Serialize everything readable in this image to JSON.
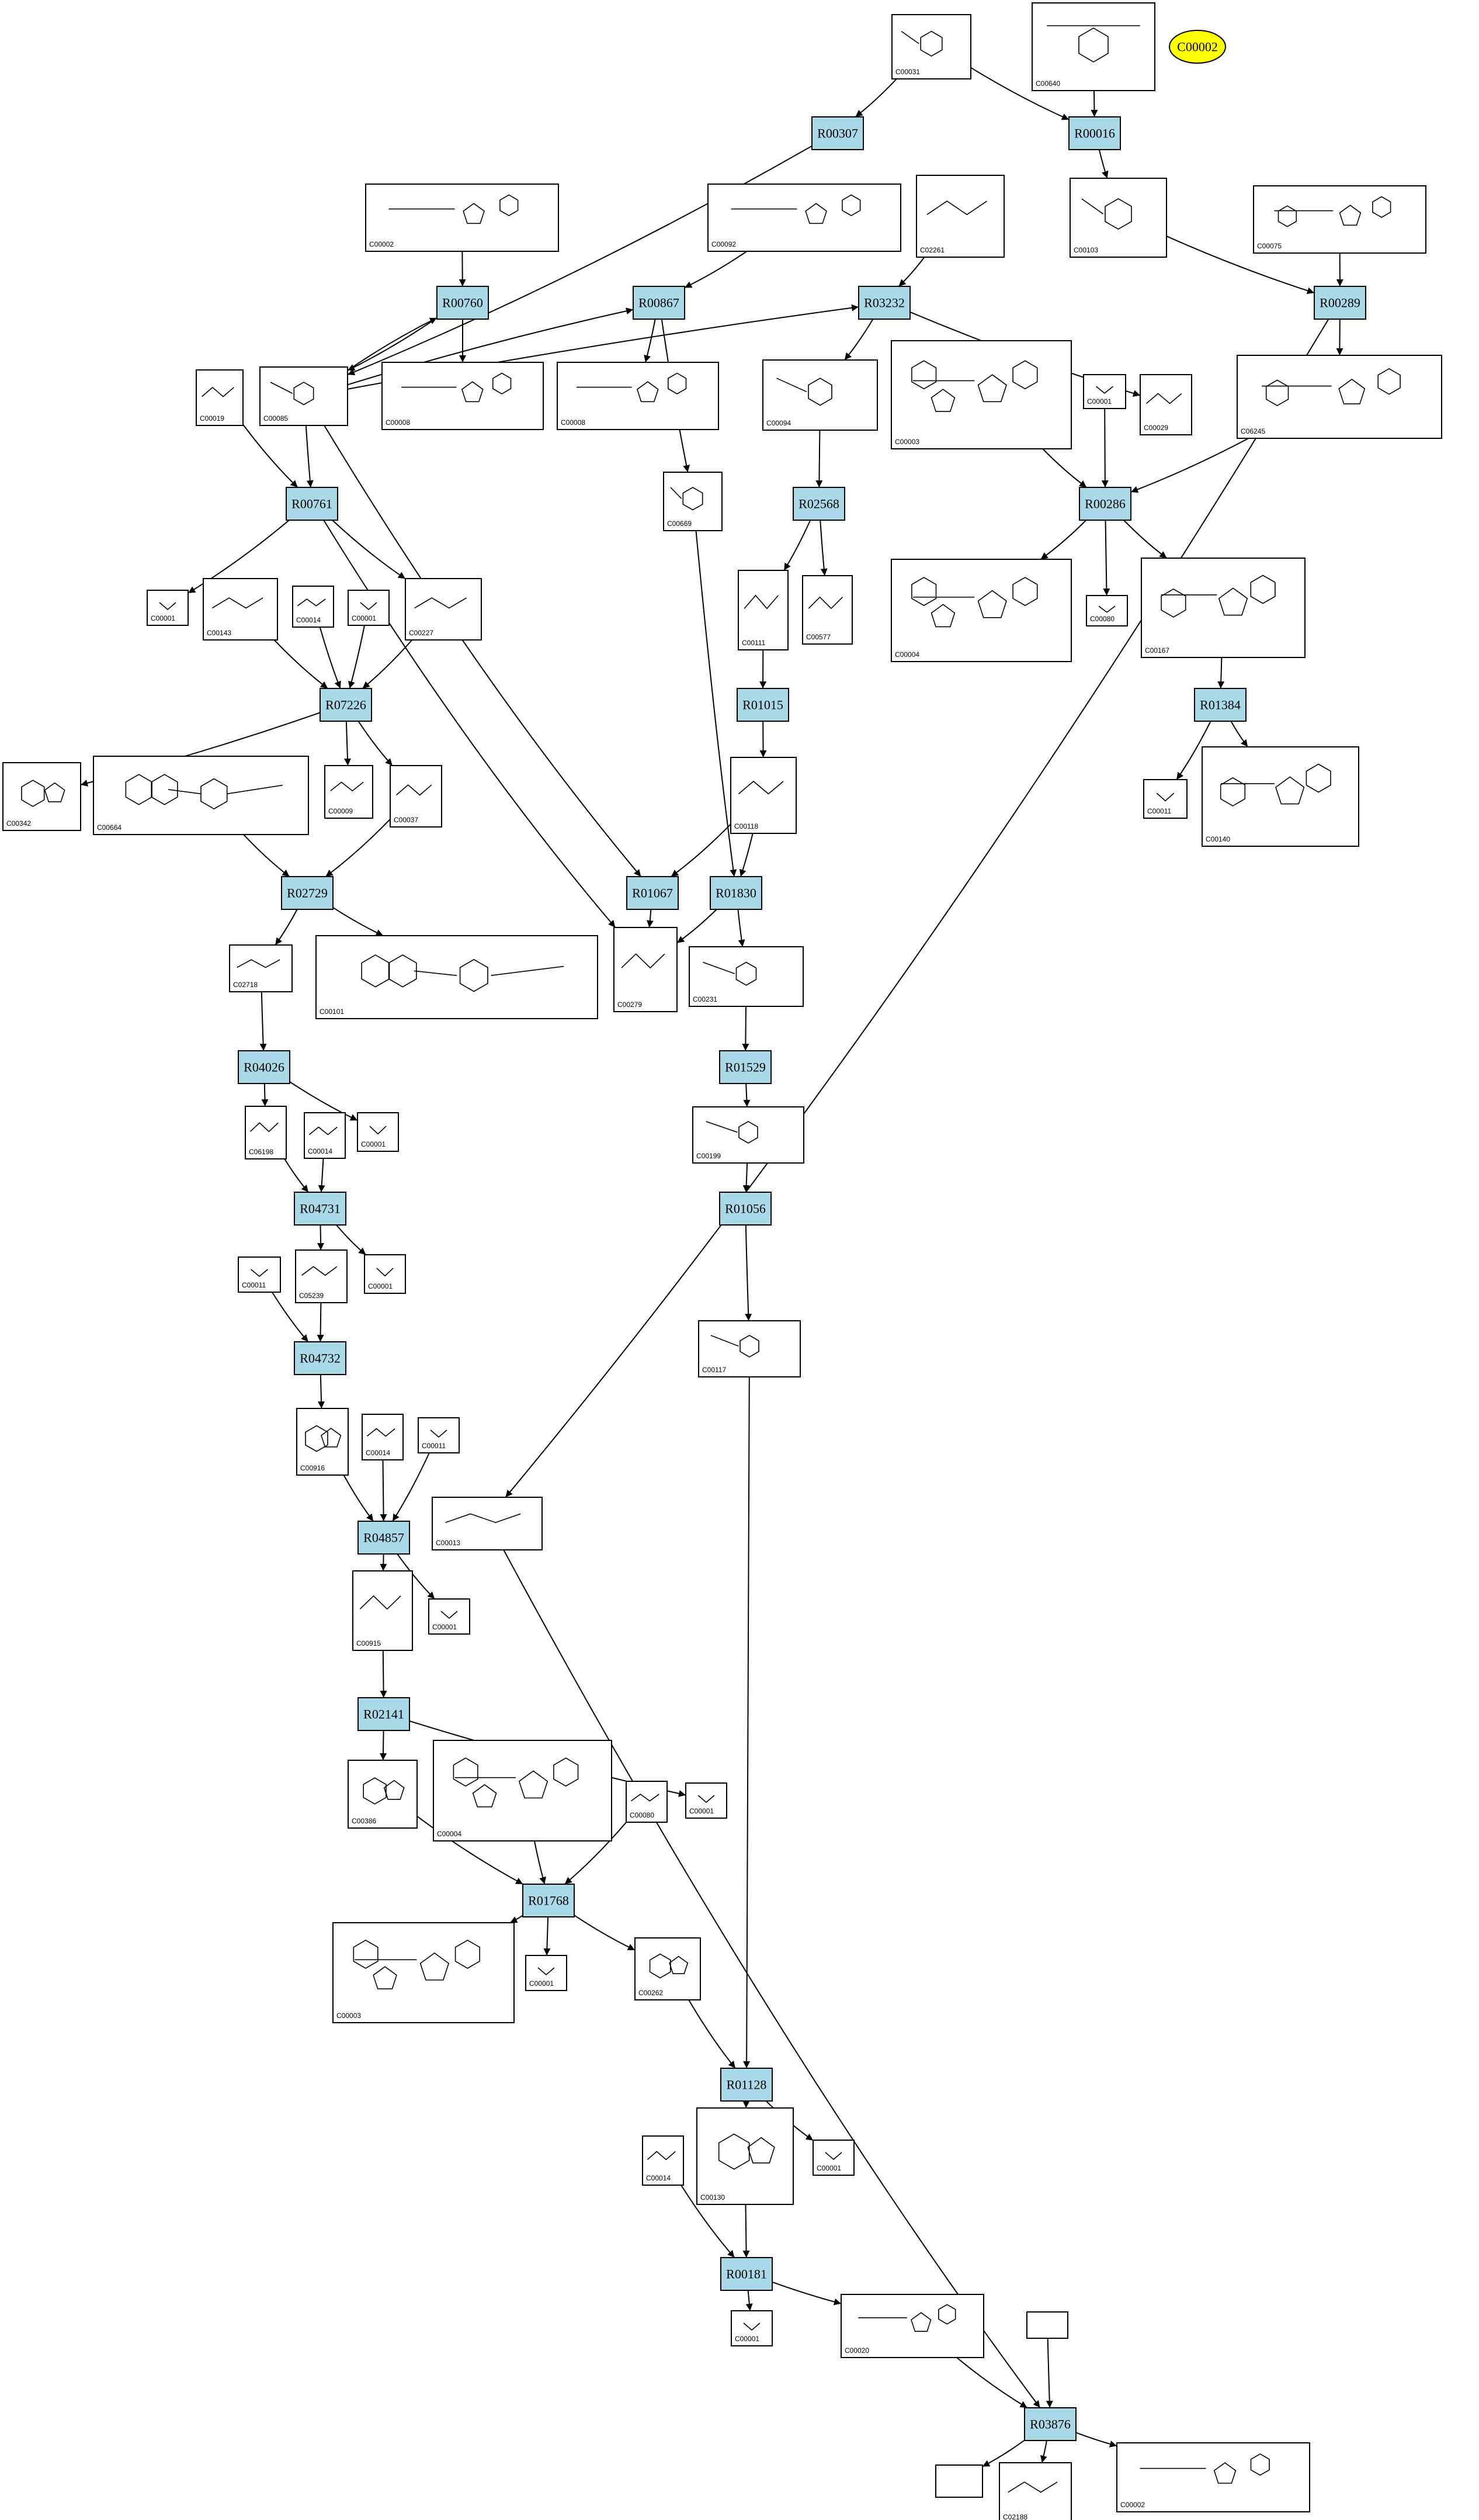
{
  "highlight": {
    "label": "C00002",
    "color": "#ffff00"
  },
  "reaction_color": "#a9d8e6",
  "reactions": [
    "R00307",
    "R00016",
    "R00760",
    "R00867",
    "R03232",
    "R00289",
    "R00761",
    "R02568",
    "R00286",
    "R07226",
    "R01015",
    "R01384",
    "R02729",
    "R01067",
    "R01830",
    "R04026",
    "R01529",
    "R04731",
    "R01056",
    "R04732",
    "R04857",
    "R02141",
    "R01768",
    "R01128",
    "R00181",
    "R03876"
  ],
  "compounds": [
    "C00031",
    "C00640",
    "C00002",
    "C00092",
    "C02261",
    "C00103",
    "C00075",
    "C00019",
    "C00085",
    "C00008",
    "C00008",
    "C00094",
    "C00003",
    "C00001",
    "C00029",
    "C06245",
    "C00669",
    "C00001",
    "C00143",
    "C00014",
    "C00001",
    "C00227",
    "C00111",
    "C00577",
    "C00004",
    "C00080",
    "C00167",
    "C00009",
    "C00037",
    "C00342",
    "C00664",
    "C00118",
    "C00011",
    "C00140",
    "C02718",
    "C00101",
    "C00279",
    "C00231",
    "C06198",
    "C00014",
    "C00001",
    "C00199",
    "C00011",
    "C05239",
    "C00001",
    "C00117",
    "C00916",
    "C00014",
    "C00011",
    "C00915",
    "C00001",
    "C00013",
    "C00386",
    "C00004",
    "C00080",
    "C00001",
    "C00003",
    "C00001",
    "C00262",
    "C00130",
    "C00001",
    "C00014",
    "C00001",
    "C00020",
    "C02188",
    "C00002"
  ]
}
